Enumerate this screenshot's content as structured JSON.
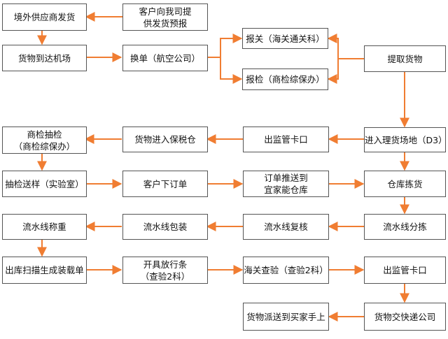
{
  "nodes": {
    "n1": "境外供应商发货",
    "n2": "客户向我司提\n供发货预报",
    "n3": "货物到达机场",
    "n4": "换单（航空公司）",
    "n5": "报关（海关通关科）",
    "n6": "报检（商检综保办）",
    "n7": "提取货物",
    "n8": "商检抽检\n（商检综保办）",
    "n9": "货物进入保税仓",
    "n10": "出监管卡口",
    "n11": "进入理货场地（D3）",
    "n12": "抽检送样（实验室）",
    "n13": "客户下订单",
    "n14": "订单推送到\n宜家能仓库",
    "n15": "仓库拣货",
    "n16": "流水线称重",
    "n17": "流水线包装",
    "n18": "流水线复核",
    "n19": "流水线分拣",
    "n20": "出库扫描生成装载单",
    "n21": "开具放行条\n（查验2科）",
    "n22": "海关查验（查验2科）",
    "n23": "出监管卡口",
    "n24": "货物派送到买家手上",
    "n25": "货物交快递公司"
  },
  "colors": {
    "arrow": "#f07d32",
    "border": "#555555"
  }
}
